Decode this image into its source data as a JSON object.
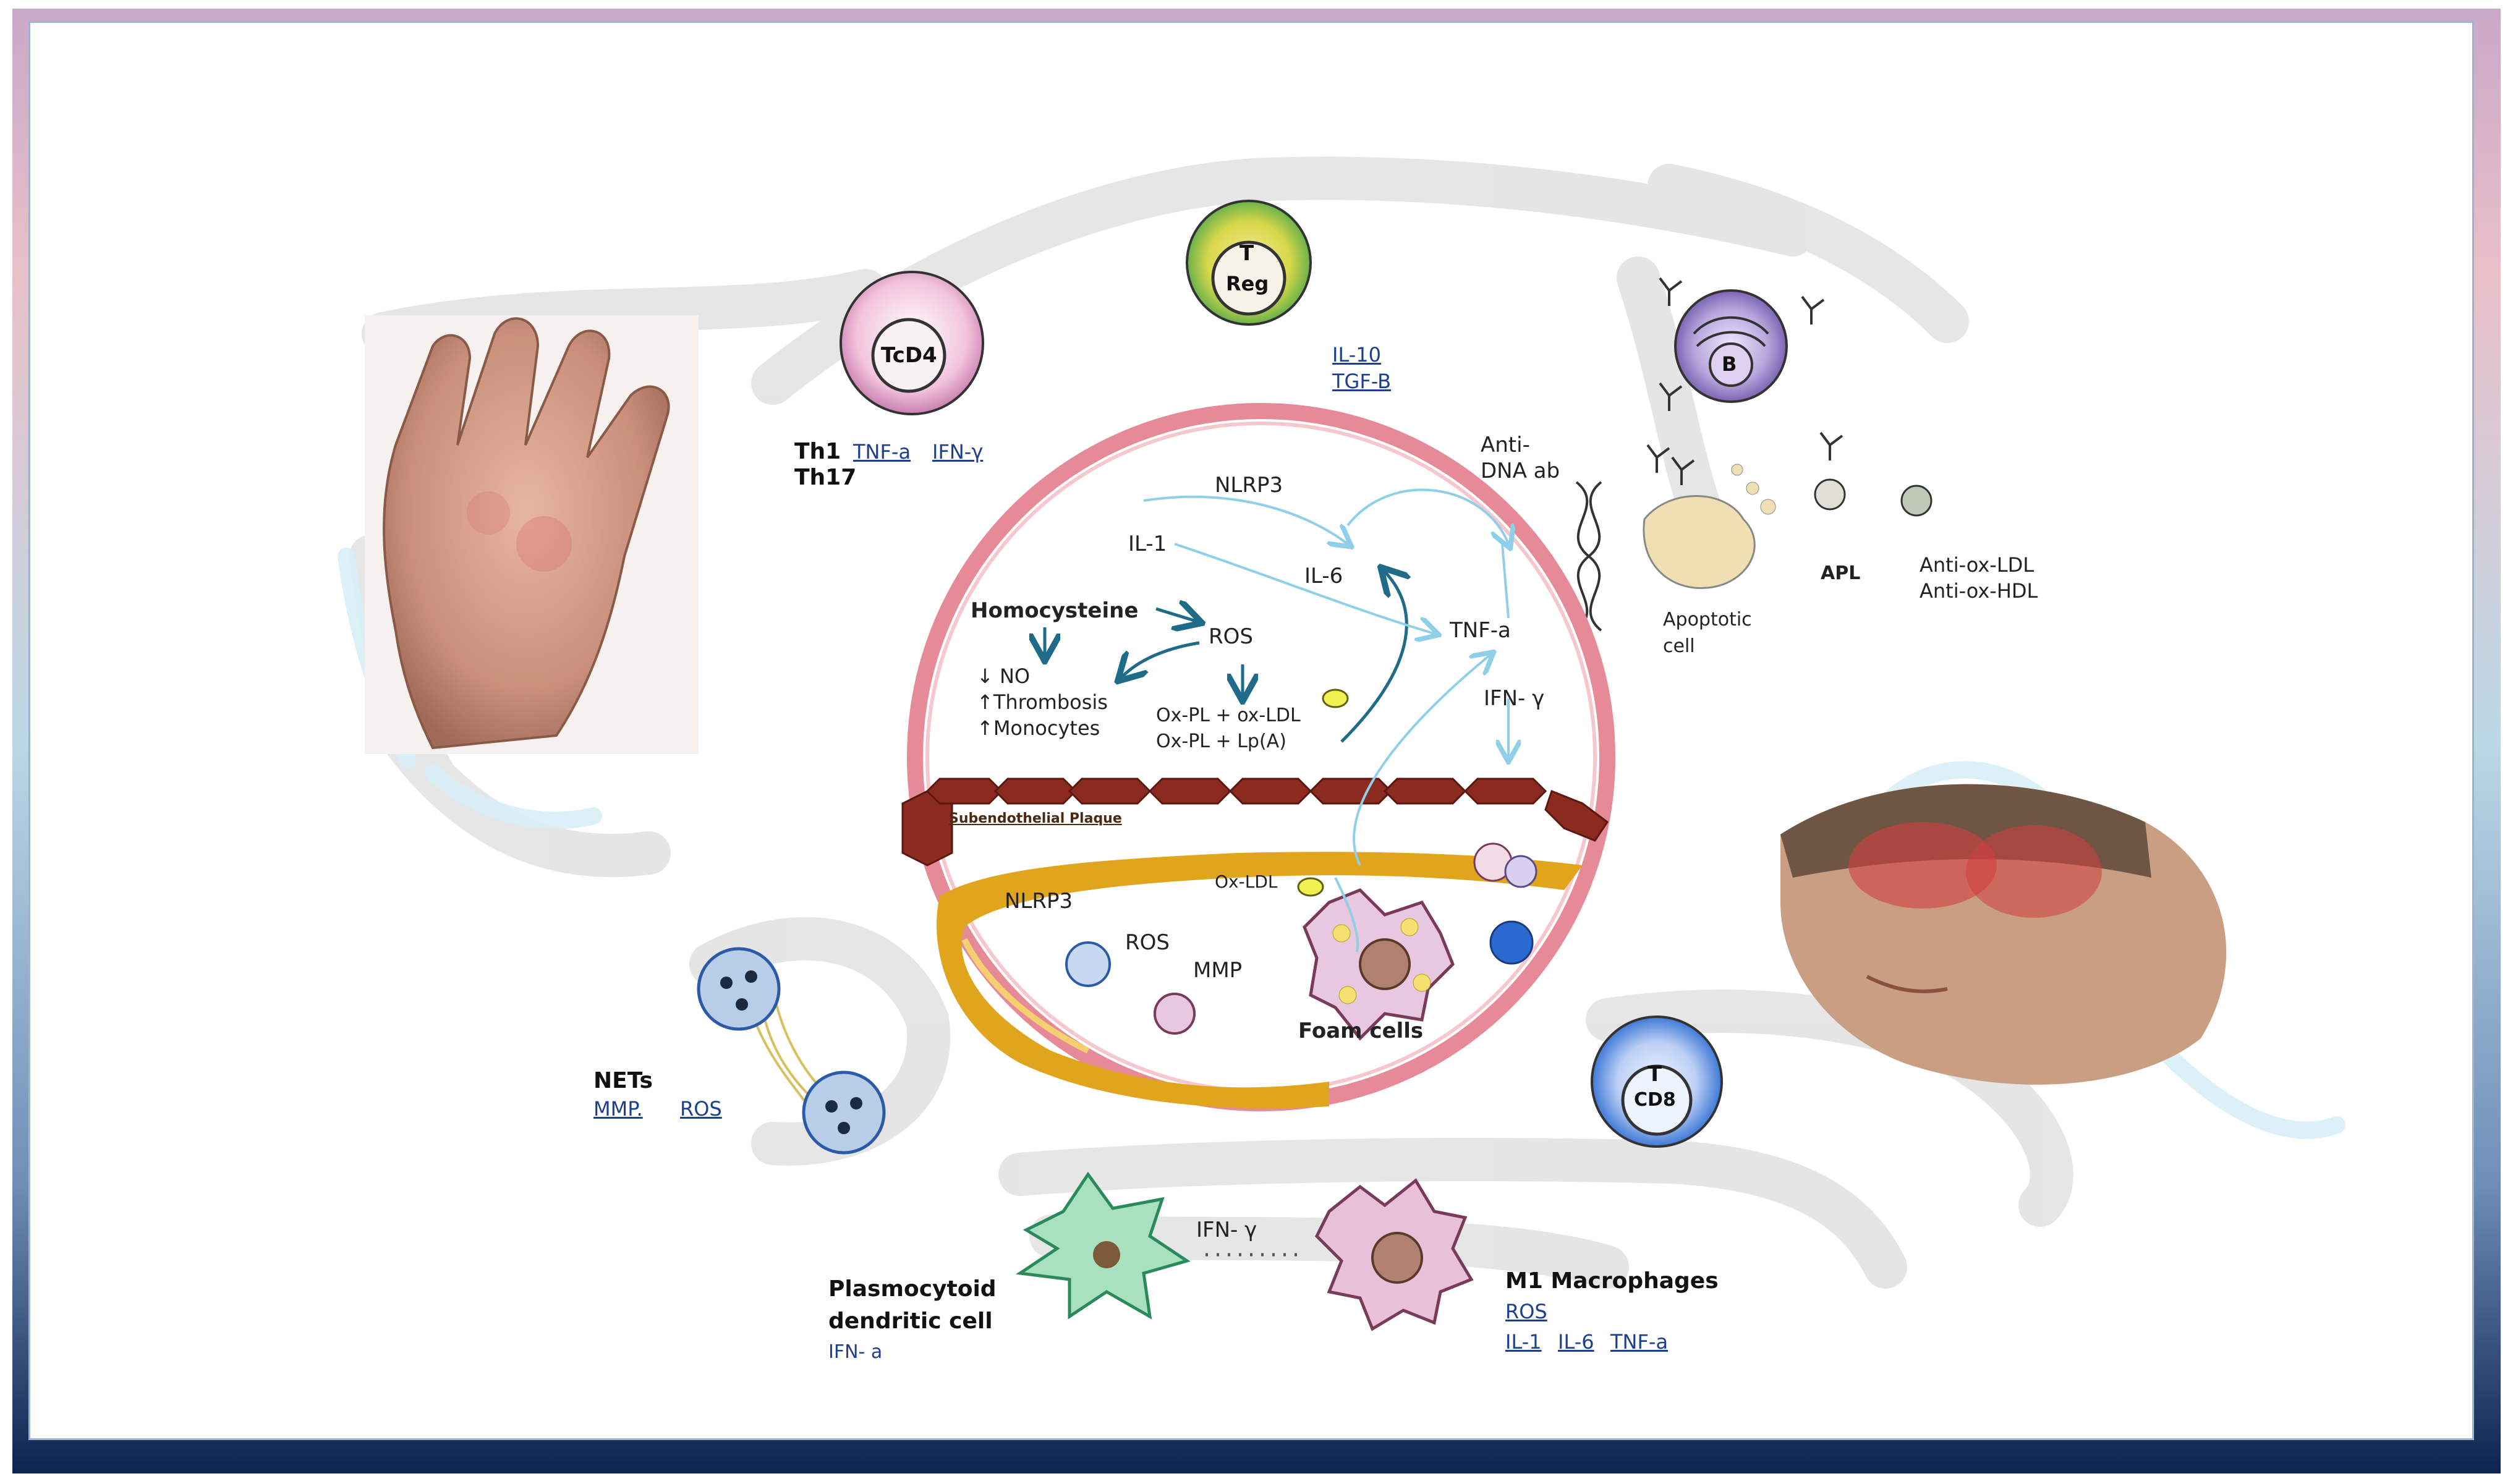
{
  "colors": {
    "frame_top": "#c9a8c8",
    "frame_bottom": "#0d2350",
    "vessel_ring": "#e58a96",
    "endothelium": "#8b2a1e",
    "plaque": "#e0a51c",
    "link_text": "#1d3f8f",
    "arrow_teal": "#1e6b8a",
    "arrow_light": "#8fd0e8"
  },
  "icons": [
    "hand-image",
    "face-image",
    "tcd4-cell-icon",
    "treg-cell-icon",
    "b-cell-icon",
    "cd8-cell-icon",
    "dna-icon",
    "apoptotic-cell-icon",
    "apl-antibody-icon",
    "net-neutrophil-icon",
    "dendritic-cell-icon",
    "m1-macrophage-icon",
    "foam-cell-icon"
  ],
  "cells": {
    "tcd4": "TcD4",
    "treg_t": "T",
    "treg_sub": "Reg",
    "b": "B",
    "cd8_t": "T",
    "cd8_sub": "CD8"
  },
  "th": {
    "th1": "Th1",
    "th17": "Th17",
    "tnf": "TNF-a",
    "ifn": "IFN-γ"
  },
  "treg_cytokines": {
    "il10": "IL-10",
    "tgfb": "TGF-B"
  },
  "b_cell": {
    "anti_dna": "Anti-",
    "anti_dna2": "DNA ab",
    "apoptotic": "Apoptotic",
    "apoptotic2": "cell",
    "apl": "APL",
    "ox_ldl": "Anti-ox-LDL",
    "ox_hdl": "Anti-ox-HDL"
  },
  "vessel": {
    "nlrp3_top": "NLRP3",
    "il1": "IL-1",
    "il6": "IL-6",
    "tnf": "TNF-a",
    "ifn": "IFN- γ",
    "homocysteine": "Homocysteine",
    "ros": "ROS",
    "no": "↓ NO",
    "thrombosis": "↑Thrombosis",
    "monocytes": "↑Monocytes",
    "oxpl1": "Ox-PL + ox-LDL",
    "oxpl2": "Ox-PL + Lp(A)",
    "plaque": "Subendothelial Plaque",
    "oxldl": "Ox-LDL",
    "nlrp3_bottom": "NLRP3",
    "ros_bottom": "ROS",
    "mmp": "MMP",
    "foam": "Foam cells"
  },
  "nets": {
    "title": "NETs",
    "mmp": "MMP.",
    "ros": "ROS"
  },
  "pdc": {
    "line1": "Plasmocytoid",
    "line2": "dendritic cell",
    "ifn": "IFN- a"
  },
  "ifn_mid": "IFN- γ",
  "m1": {
    "title": "M1 Macrophages",
    "ros": "ROS",
    "il1": "IL-1",
    "il6": "IL-6",
    "tnf": "TNF-a"
  }
}
